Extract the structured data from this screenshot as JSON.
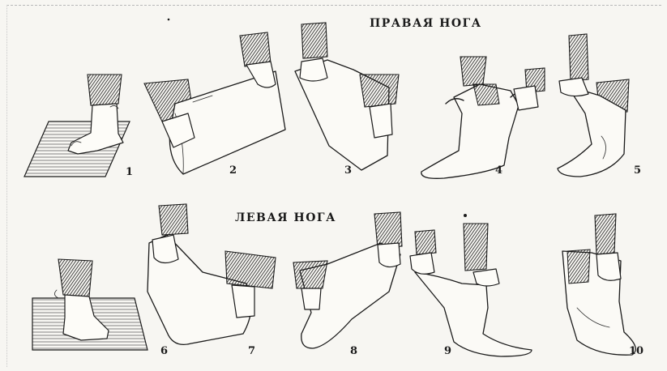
{
  "captions": {
    "right_leg": "ПРАВАЯ НОГА",
    "left_leg": "ЛЕВАЯ НОГА"
  },
  "figures": [
    {
      "number": "1"
    },
    {
      "number": "2"
    },
    {
      "number": "3"
    },
    {
      "number": "4"
    },
    {
      "number": "5"
    },
    {
      "number": "6"
    },
    {
      "number": "7"
    },
    {
      "number": "8"
    },
    {
      "number": "9"
    },
    {
      "number": "10"
    }
  ]
}
